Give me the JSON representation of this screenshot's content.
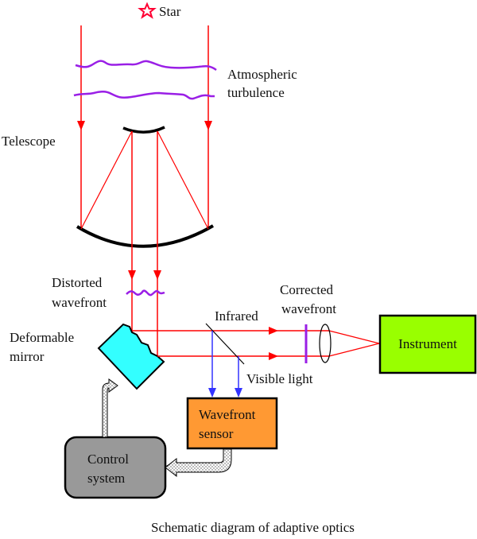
{
  "title": "Schematic diagram of adaptive optics",
  "labels": {
    "star": "Star",
    "atmos_1": "Atmospheric",
    "atmos_2": "turbulence",
    "telescope": "Telescope",
    "distorted_1": "Distorted",
    "distorted_2": "wavefront",
    "deformable_1": "Deformable",
    "deformable_2": "mirror",
    "infrared": "Infrared",
    "corrected_1": "Corrected",
    "corrected_2": "wavefront",
    "visible": "Visible light",
    "instrument": "Instrument",
    "wfs_1": "Wavefront",
    "wfs_2": "sensor",
    "control_1": "Control",
    "control_2": "system"
  },
  "colors": {
    "ray": "#ff0000",
    "visible_ray": "#3333ff",
    "turbulence": "#9a1fe6",
    "mirror_fill": "#33ffff",
    "instrument_fill": "#99ff00",
    "sensor_fill": "#ff9933",
    "control_fill": "#999999",
    "star": "#ff0033"
  }
}
